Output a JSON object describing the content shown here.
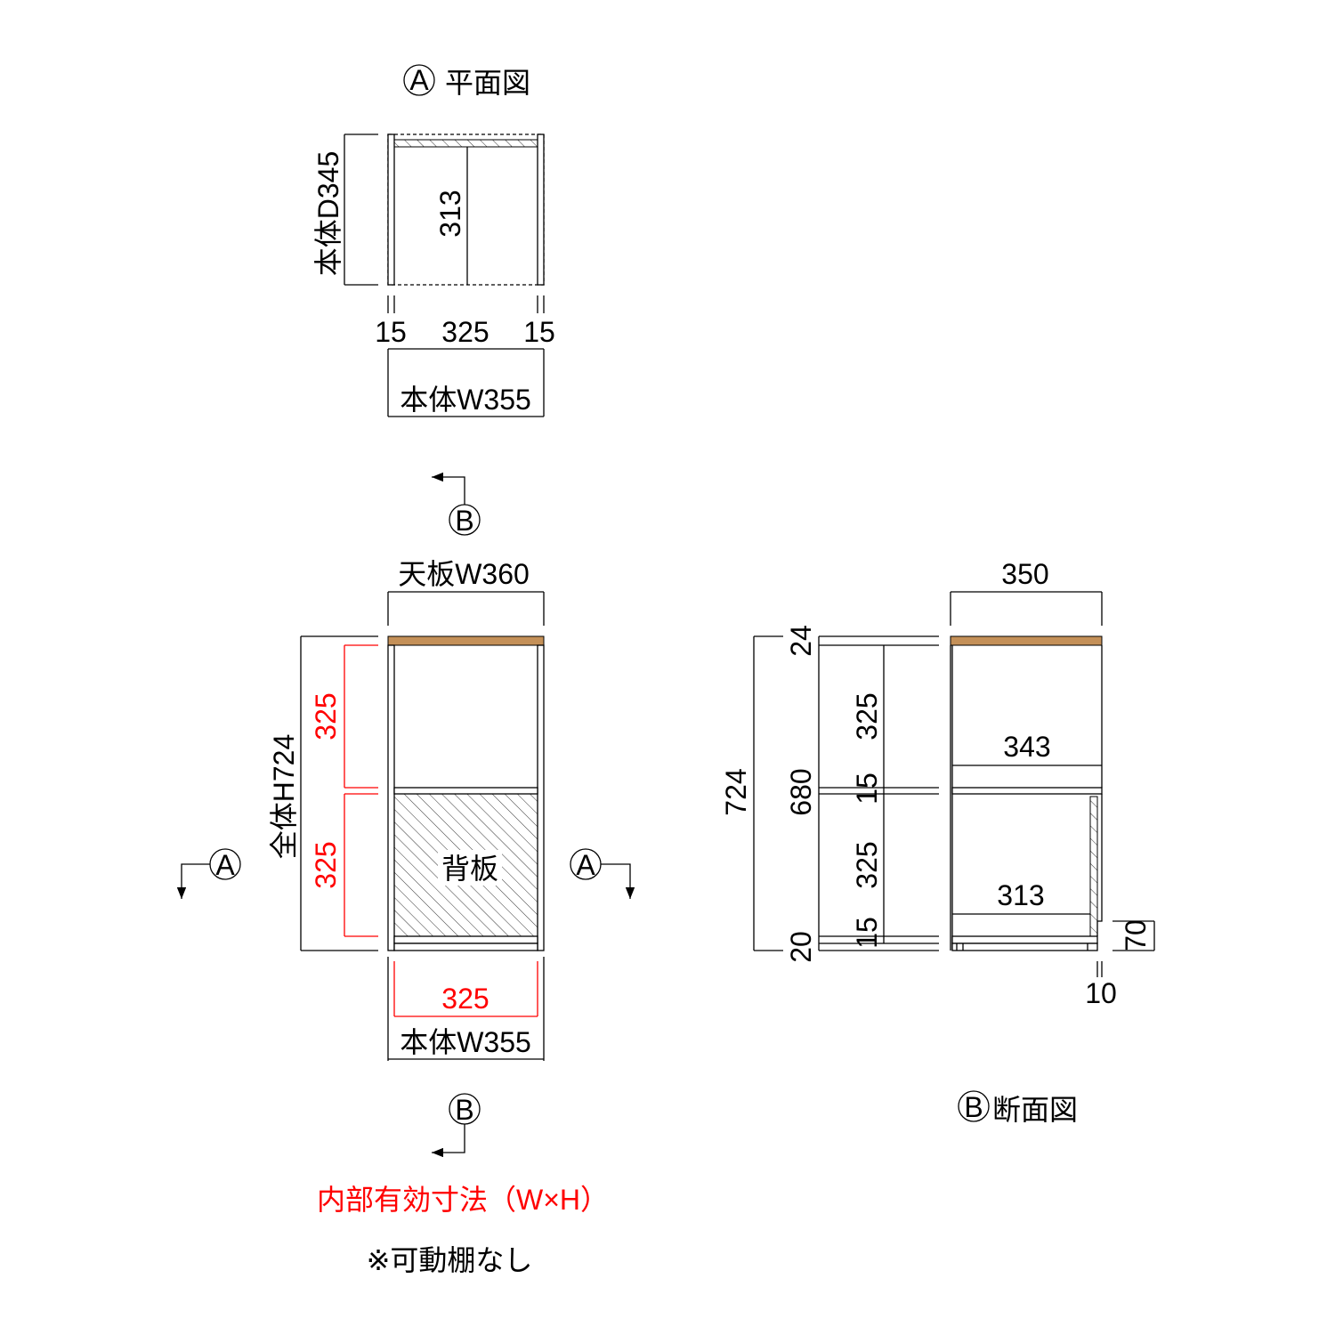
{
  "plan_view": {
    "marker": "A",
    "title": "平面図",
    "depth_label": "本体D345",
    "inner_depth": "313",
    "left_side": "15",
    "inner_width": "325",
    "right_side": "15",
    "width_label": "本体W355"
  },
  "front_view": {
    "top_label": "天板W360",
    "height_label": "全体H724",
    "upper_inner_height": "325",
    "lower_inner_height": "325",
    "back_panel_label": "背板",
    "inner_width": "325",
    "width_label": "本体W355",
    "section_marker_b": "B",
    "section_marker_a": "A"
  },
  "section_view": {
    "marker": "B",
    "title": "断面図",
    "top_depth": "350",
    "total_height": "724",
    "top_thickness": "24",
    "body_height": "680",
    "base_height": "20",
    "upper_height": "325",
    "shelf_thickness": "15",
    "lower_height": "325",
    "bottom_thickness": "15",
    "upper_depth": "343",
    "lower_depth": "313",
    "plinth_height": "70",
    "plinth_setback": "10"
  },
  "notes": {
    "inner_dims": "内部有効寸法（W×H）",
    "no_shelf": "※可動棚なし"
  },
  "colors": {
    "top_board": "#c49058",
    "inner_dim": "#ff0000"
  }
}
